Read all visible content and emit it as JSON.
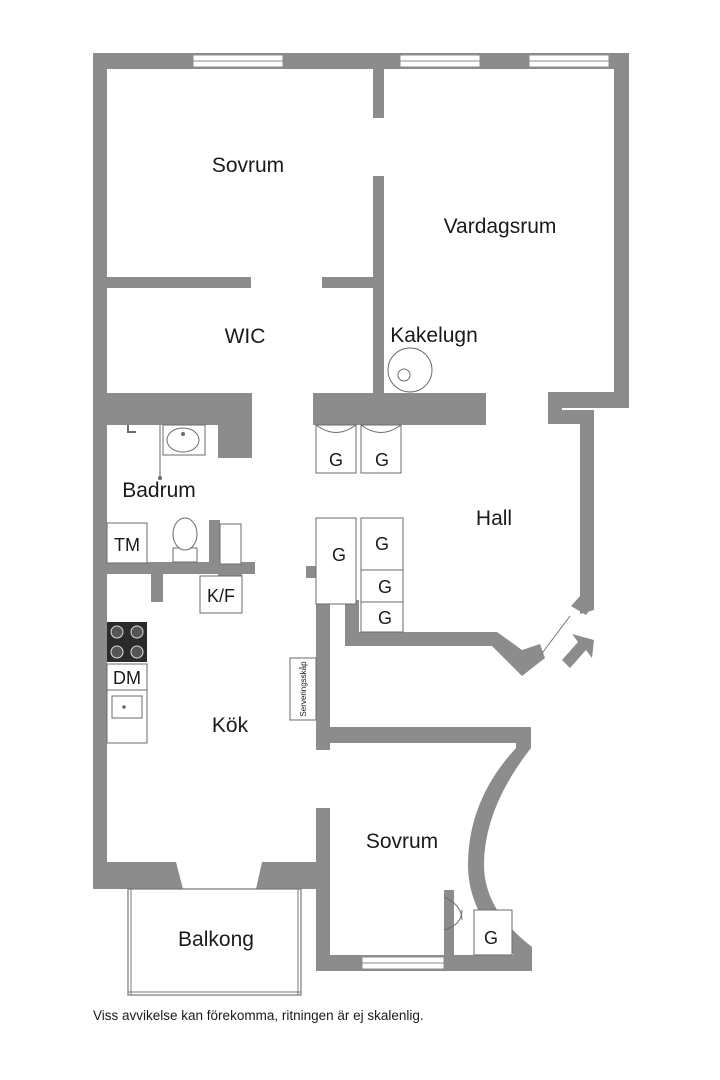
{
  "rooms": {
    "sovrum_top": "Sovrum",
    "vardagsrum": "Vardagsrum",
    "wic": "WIC",
    "kakelugn": "Kakelugn",
    "badrum": "Badrum",
    "hall": "Hall",
    "kok": "Kök",
    "sovrum_bottom": "Sovrum",
    "balkong": "Balkong"
  },
  "fixtures": {
    "garderob": "G",
    "tm": "TM",
    "kf": "K/F",
    "dm": "DM",
    "serveringsskap": "Serveringsskåp"
  },
  "disclaimer": "Viss avvikelse kan förekomma, ritningen är ej skalenlig.",
  "colors": {
    "wall": "#8c8c8c",
    "fixture_stroke": "#6b6b6b",
    "text": "#1a1a1a"
  }
}
